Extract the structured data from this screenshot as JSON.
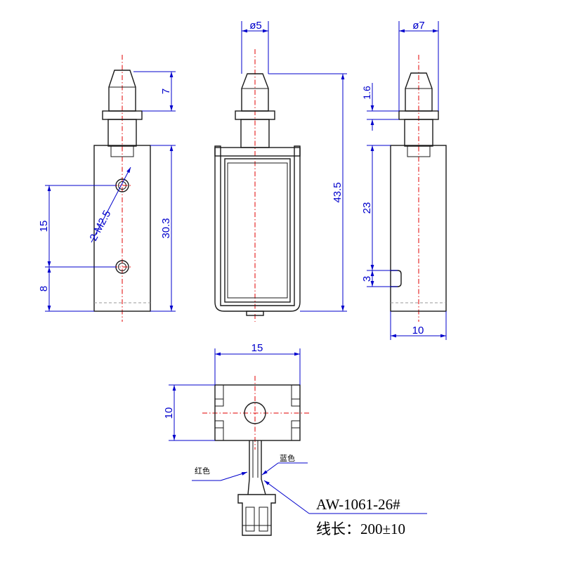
{
  "dimensions": {
    "front_tip_height": "7",
    "hole_spacing": "15",
    "hole_label": "2-M2.5",
    "body_height_front": "30.3",
    "bottom_offset": "8",
    "plunger_dia": "ø5",
    "overall_height": "43.5",
    "collar_dia": "ø7",
    "collar_thickness": "1.6",
    "side_length": "23",
    "slot_height": "3",
    "body_width": "10",
    "bottom_width": "15",
    "bottom_depth": "10"
  },
  "wires": {
    "red_label": "红色",
    "blue_label": "蓝色"
  },
  "product": {
    "model": "AW-1061-26#",
    "wire_length": "线长：200±10"
  }
}
